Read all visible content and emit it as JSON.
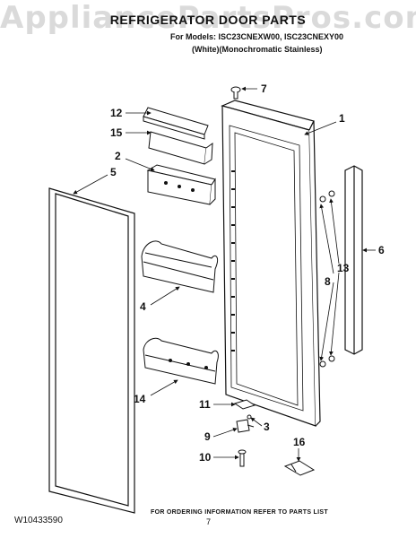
{
  "watermark": "AppliancePartsPros.com",
  "header": {
    "title": "REFRIGERATOR DOOR PARTS",
    "models": "For Models: ISC23CNEXW00, ISC23CNEXY00",
    "variant": "(White)(Monochromatic Stainless)"
  },
  "callouts": {
    "c1": "1",
    "c2": "2",
    "c3": "3",
    "c4": "4",
    "c5": "5",
    "c6": "6",
    "c7": "7",
    "c8": "8",
    "c9": "9",
    "c10": "10",
    "c11": "11",
    "c12": "12",
    "c13": "13",
    "c14": "14",
    "c15": "15",
    "c16": "16"
  },
  "footer": {
    "doc_code": "W10433590",
    "ordering_note": "FOR ORDERING INFORMATION REFER TO PARTS LIST",
    "page_number": "7"
  }
}
